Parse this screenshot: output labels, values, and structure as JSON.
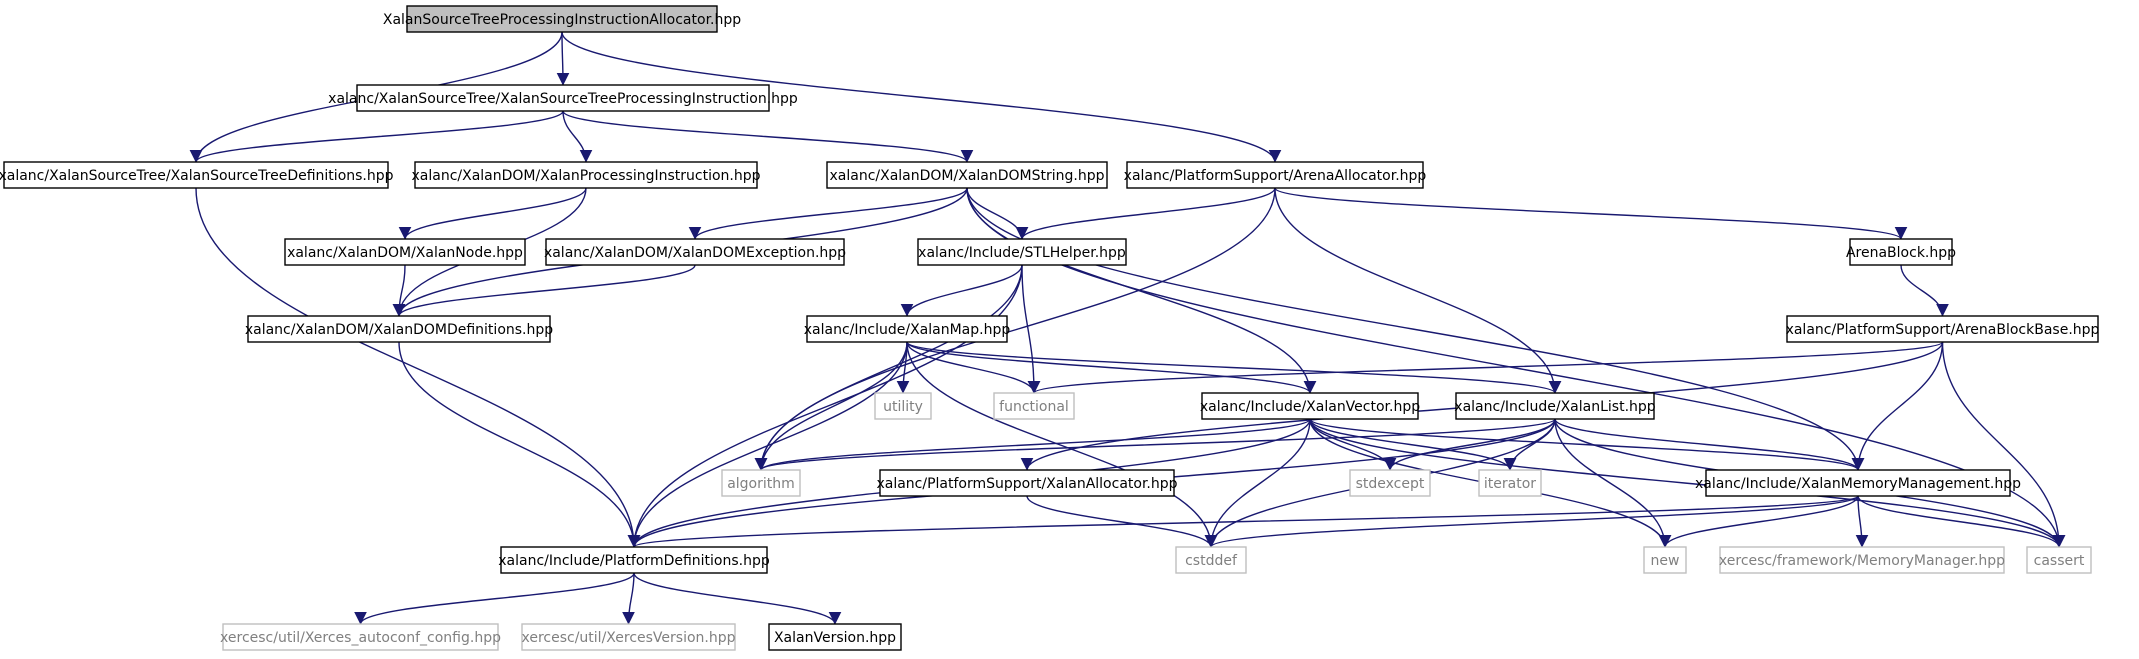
{
  "colors": {
    "edge": "#191970",
    "node_border": "#000000",
    "external_border": "#bfbfbf",
    "external_text": "#808080",
    "root_fill": "#bfbfbf",
    "node_fill": "#ffffff"
  },
  "nodes": [
    {
      "id": "root",
      "label": "XalanSourceTreeProcessingInstructionAllocator.hpp",
      "kind": "root"
    },
    {
      "id": "xstpi",
      "label": "xalanc/XalanSourceTree/XalanSourceTreeProcessingInstruction.hpp",
      "kind": "normal"
    },
    {
      "id": "xstdef",
      "label": "xalanc/XalanSourceTree/XalanSourceTreeDefinitions.hpp",
      "kind": "normal"
    },
    {
      "id": "xdompi",
      "label": "xalanc/XalanDOM/XalanProcessingInstruction.hpp",
      "kind": "normal"
    },
    {
      "id": "xdomstr",
      "label": "xalanc/XalanDOM/XalanDOMString.hpp",
      "kind": "normal"
    },
    {
      "id": "arenaalloc",
      "label": "xalanc/PlatformSupport/ArenaAllocator.hpp",
      "kind": "normal"
    },
    {
      "id": "xnode",
      "label": "xalanc/XalanDOM/XalanNode.hpp",
      "kind": "normal"
    },
    {
      "id": "xdomexc",
      "label": "xalanc/XalanDOM/XalanDOMException.hpp",
      "kind": "normal"
    },
    {
      "id": "stlhelper",
      "label": "xalanc/Include/STLHelper.hpp",
      "kind": "normal"
    },
    {
      "id": "arenablock",
      "label": "ArenaBlock.hpp",
      "kind": "normal"
    },
    {
      "id": "xdomdef",
      "label": "xalanc/XalanDOM/XalanDOMDefinitions.hpp",
      "kind": "normal"
    },
    {
      "id": "xmap",
      "label": "xalanc/Include/XalanMap.hpp",
      "kind": "normal"
    },
    {
      "id": "arenablockbase",
      "label": "xalanc/PlatformSupport/ArenaBlockBase.hpp",
      "kind": "normal"
    },
    {
      "id": "utility",
      "label": "utility",
      "kind": "external"
    },
    {
      "id": "functional",
      "label": "functional",
      "kind": "external"
    },
    {
      "id": "xvector",
      "label": "xalanc/Include/XalanVector.hpp",
      "kind": "normal"
    },
    {
      "id": "xlist",
      "label": "xalanc/Include/XalanList.hpp",
      "kind": "normal"
    },
    {
      "id": "algorithm",
      "label": "algorithm",
      "kind": "external"
    },
    {
      "id": "xallocator",
      "label": "xalanc/PlatformSupport/XalanAllocator.hpp",
      "kind": "normal"
    },
    {
      "id": "stdexcept",
      "label": "stdexcept",
      "kind": "external"
    },
    {
      "id": "iterator",
      "label": "iterator",
      "kind": "external"
    },
    {
      "id": "xmemmgmt",
      "label": "xalanc/Include/XalanMemoryManagement.hpp",
      "kind": "normal"
    },
    {
      "id": "platdef",
      "label": "xalanc/Include/PlatformDefinitions.hpp",
      "kind": "normal"
    },
    {
      "id": "cstddef",
      "label": "cstddef",
      "kind": "external"
    },
    {
      "id": "new",
      "label": "new",
      "kind": "external"
    },
    {
      "id": "memmgr",
      "label": "xercesc/framework/MemoryManager.hpp",
      "kind": "external"
    },
    {
      "id": "cassert",
      "label": "cassert",
      "kind": "external"
    },
    {
      "id": "xautoconf",
      "label": "xercesc/util/Xerces_autoconf_config.hpp",
      "kind": "external"
    },
    {
      "id": "xversion",
      "label": "xercesc/util/XercesVersion.hpp",
      "kind": "external"
    },
    {
      "id": "xalanversion",
      "label": "XalanVersion.hpp",
      "kind": "normal"
    }
  ],
  "edges": [
    [
      "root",
      "xstdef"
    ],
    [
      "root",
      "xstpi"
    ],
    [
      "root",
      "arenaalloc"
    ],
    [
      "xstpi",
      "xstdef"
    ],
    [
      "xstpi",
      "xdompi"
    ],
    [
      "xstpi",
      "xdomstr"
    ],
    [
      "xstdef",
      "platdef"
    ],
    [
      "xdompi",
      "xnode"
    ],
    [
      "xdompi",
      "xdomdef"
    ],
    [
      "xdomstr",
      "xdomexc"
    ],
    [
      "xdomstr",
      "stlhelper"
    ],
    [
      "xdomstr",
      "xdomdef"
    ],
    [
      "xdomstr",
      "xvector"
    ],
    [
      "xdomstr",
      "xmemmgmt"
    ],
    [
      "xdomstr",
      "cassert"
    ],
    [
      "arenaalloc",
      "stlhelper"
    ],
    [
      "arenaalloc",
      "arenablock"
    ],
    [
      "arenaalloc",
      "algorithm"
    ],
    [
      "arenaalloc",
      "xlist"
    ],
    [
      "xnode",
      "xdomdef"
    ],
    [
      "xdomexc",
      "xdomdef"
    ],
    [
      "xdomdef",
      "platdef"
    ],
    [
      "stlhelper",
      "xmap"
    ],
    [
      "stlhelper",
      "functional"
    ],
    [
      "stlhelper",
      "algorithm"
    ],
    [
      "stlhelper",
      "platdef"
    ],
    [
      "arenablock",
      "arenablockbase"
    ],
    [
      "xmap",
      "utility"
    ],
    [
      "xmap",
      "functional"
    ],
    [
      "xmap",
      "xvector"
    ],
    [
      "xmap",
      "xlist"
    ],
    [
      "xmap",
      "algorithm"
    ],
    [
      "xmap",
      "cstddef"
    ],
    [
      "xmap",
      "platdef"
    ],
    [
      "arenablockbase",
      "functional"
    ],
    [
      "arenablockbase",
      "xallocator"
    ],
    [
      "arenablockbase",
      "xmemmgmt"
    ],
    [
      "arenablockbase",
      "cassert"
    ],
    [
      "xvector",
      "algorithm"
    ],
    [
      "xvector",
      "stdexcept"
    ],
    [
      "xvector",
      "iterator"
    ],
    [
      "xvector",
      "xmemmgmt"
    ],
    [
      "xvector",
      "platdef"
    ],
    [
      "xvector",
      "cstddef"
    ],
    [
      "xvector",
      "new"
    ],
    [
      "xvector",
      "cassert"
    ],
    [
      "xlist",
      "algorithm"
    ],
    [
      "xlist",
      "stdexcept"
    ],
    [
      "xlist",
      "iterator"
    ],
    [
      "xlist",
      "xmemmgmt"
    ],
    [
      "xlist",
      "platdef"
    ],
    [
      "xlist",
      "cstddef"
    ],
    [
      "xlist",
      "new"
    ],
    [
      "xlist",
      "cassert"
    ],
    [
      "xallocator",
      "cstddef"
    ],
    [
      "xmemmgmt",
      "platdef"
    ],
    [
      "xmemmgmt",
      "cstddef"
    ],
    [
      "xmemmgmt",
      "new"
    ],
    [
      "xmemmgmt",
      "memmgr"
    ],
    [
      "xmemmgmt",
      "cassert"
    ],
    [
      "platdef",
      "xautoconf"
    ],
    [
      "platdef",
      "xversion"
    ],
    [
      "platdef",
      "xalanversion"
    ]
  ]
}
